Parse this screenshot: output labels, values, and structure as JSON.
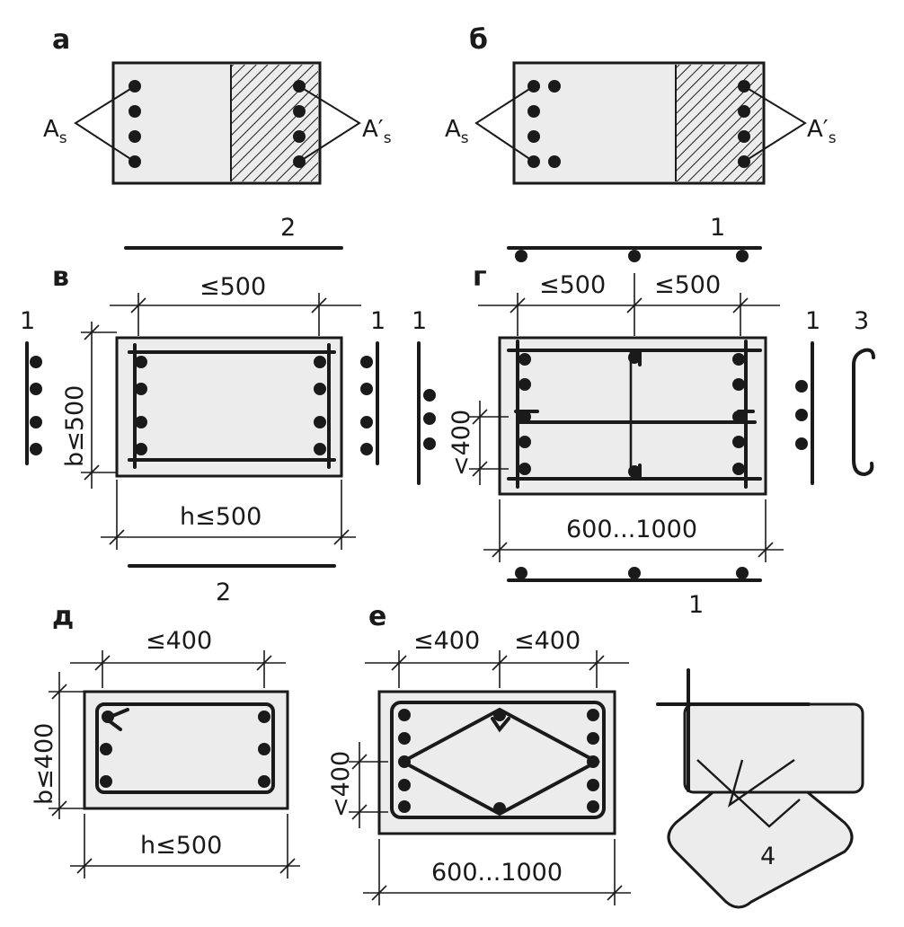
{
  "sections": {
    "a": "а",
    "b": "б",
    "v": "в",
    "g": "г",
    "d": "д",
    "e": "е"
  },
  "labels": {
    "As_main": "A",
    "As_sub": "s",
    "As_prime_main": "A′",
    "As_prime_sub": "s"
  },
  "dimensions": {
    "v_top": "≤500",
    "v_side": "b≤500",
    "v_bottom": "h≤500",
    "g_top_left": "≤500",
    "g_top_right": "≤500",
    "g_side": "<400",
    "g_bottom": "600...1000",
    "d_top": "≤400",
    "d_side": "b≤400",
    "d_bottom": "h≤500",
    "e_top_left": "≤400",
    "e_top_right": "≤400",
    "e_side": "<400",
    "e_bottom": "600...1000"
  },
  "callouts": {
    "one": "1",
    "two": "2",
    "three": "3",
    "four": "4"
  },
  "colors": {
    "ink": "#1a1a1a",
    "concrete": "#ececec",
    "background": "#ffffff"
  }
}
